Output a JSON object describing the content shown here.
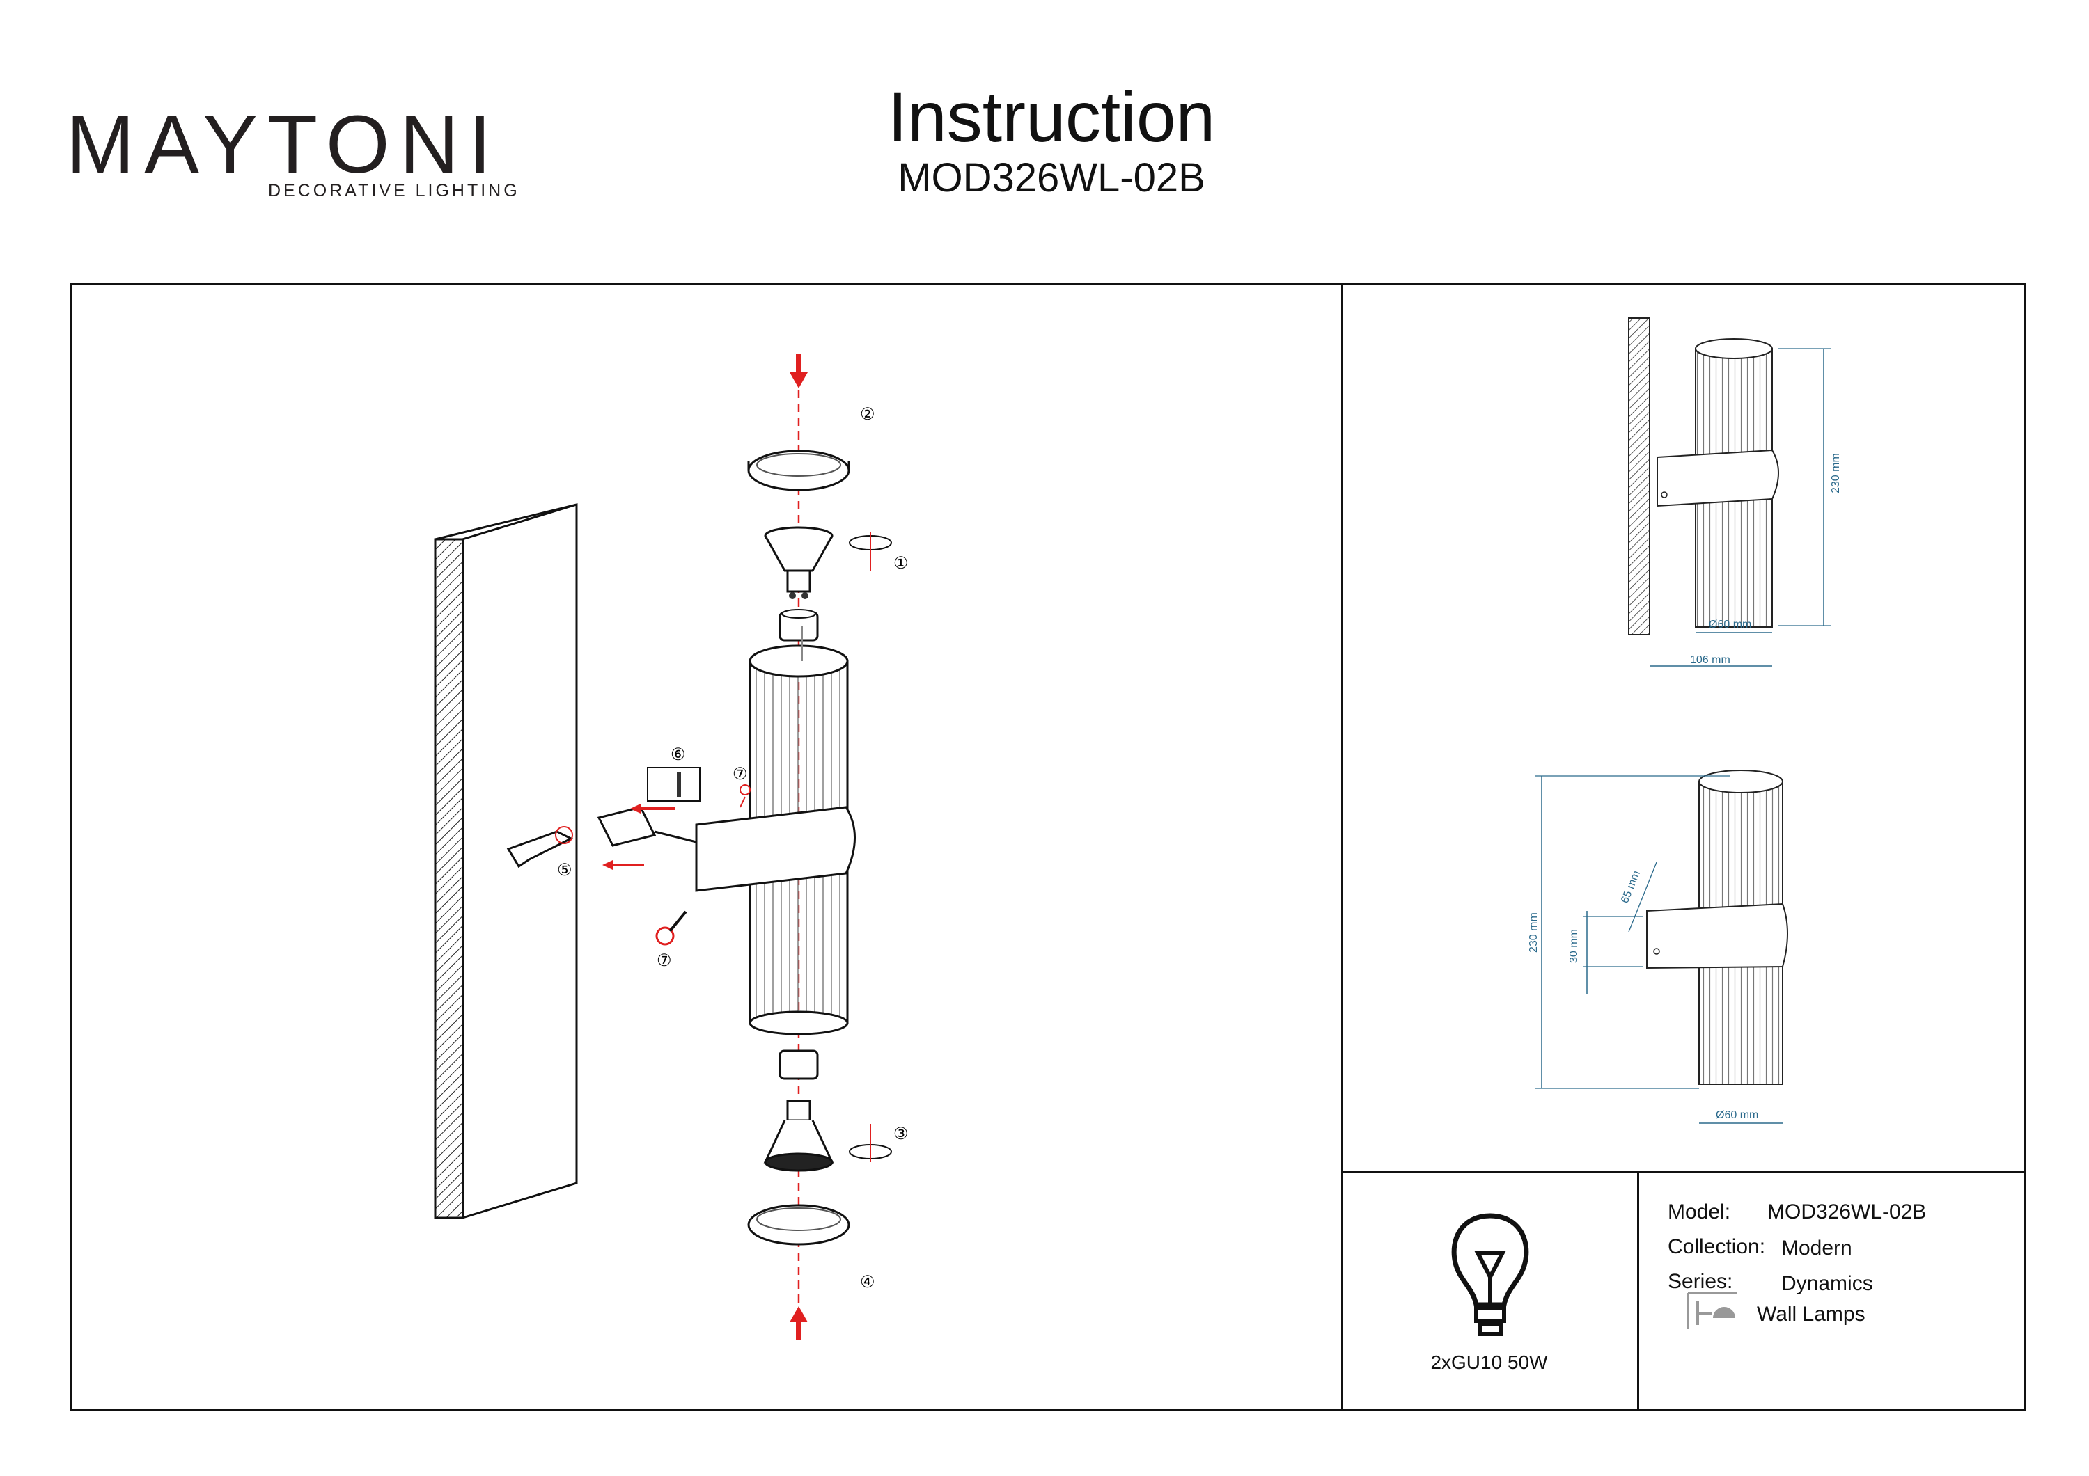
{
  "brand": {
    "name": "MAYTONI",
    "tagline": "DECORATIVE LIGHTING"
  },
  "header": {
    "title": "Instruction",
    "model_code": "MOD326WL-02B"
  },
  "assembly": {
    "step_markers": [
      "②",
      "①",
      "⑥",
      "⑦",
      "⑤",
      "⑦",
      "③",
      "④"
    ]
  },
  "dimensions": {
    "side": {
      "height": "230 mm",
      "diameter": "Ø60 mm",
      "depth": "106 mm"
    },
    "front": {
      "height": "230 mm",
      "upper": "65 mm",
      "bracket": "30 mm",
      "diameter": "Ø60 mm"
    }
  },
  "bulb": {
    "label": "2xGU10 50W",
    "icon": "bulb-icon"
  },
  "specs": {
    "model_label": "Model:",
    "model_value": "MOD326WL-02B",
    "collection_label": "Collection:",
    "collection_value": "Modern",
    "series_label": "Series:",
    "series_value": "Dynamics",
    "type_value": "Wall Lamps",
    "type_icon": "wall-lamp-icon"
  },
  "colors": {
    "accent_red": "#e02020",
    "dimension_blue": "#2b6a8c",
    "logo_purple": "#5a1a4a"
  }
}
